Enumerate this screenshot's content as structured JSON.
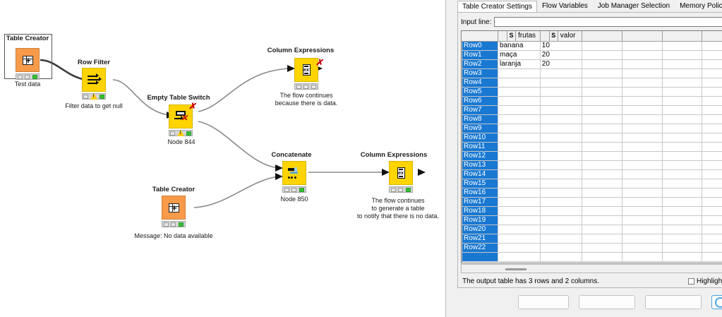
{
  "workflow": {
    "nodes": [
      {
        "id": "table-creator-1",
        "title": "Table Creator",
        "subtitle": "Test data",
        "icon": "table-creator-icon",
        "selected": true
      },
      {
        "id": "row-filter",
        "title": "Row Filter",
        "subtitle": "Filter data to get null",
        "icon": "row-filter-icon",
        "selected": false
      },
      {
        "id": "empty-table-switch",
        "title": "Empty Table Switch",
        "subtitle": "Node 844",
        "icon": "empty-table-switch-icon",
        "selected": false
      },
      {
        "id": "column-expressions-1",
        "title": "Column Expressions",
        "subtitle": "The flow continues\nbecause there is data.",
        "icon": "column-expressions-icon",
        "selected": false
      },
      {
        "id": "concatenate",
        "title": "Concatenate",
        "subtitle": "Node 850",
        "icon": "concatenate-icon",
        "selected": false
      },
      {
        "id": "column-expressions-2",
        "title": "Column Expressions",
        "subtitle": "The flow continues\nto generate a table\nto notify that there is no data.",
        "icon": "column-expressions-icon",
        "selected": false
      },
      {
        "id": "table-creator-2",
        "title": "Table Creator",
        "subtitle": "Message: No data available",
        "icon": "table-creator-icon",
        "selected": false
      }
    ],
    "labels": {
      "table_creator_1": "Table Creator",
      "table_creator_1_sub": "Test data",
      "row_filter": "Row Filter",
      "row_filter_sub": "Filter data to get null",
      "empty_table_switch": "Empty Table Switch",
      "empty_table_switch_sub": "Node 844",
      "column_expressions_1": "Column Expressions",
      "column_expressions_1_sub_l1": "The flow continues",
      "column_expressions_1_sub_l2": "because there is data.",
      "concatenate": "Concatenate",
      "concatenate_sub": "Node 850",
      "column_expressions_2": "Column Expressions",
      "column_expressions_2_sub_l1": "The flow continues",
      "column_expressions_2_sub_l2": "to generate a table",
      "column_expressions_2_sub_l3": "to notify that there is no data.",
      "table_creator_2": "Table Creator",
      "table_creator_2_sub": "Message: No data available"
    },
    "colors": {
      "node_orange": "#f79a4a",
      "node_yellow": "#ffd400",
      "led_green": "#35c135",
      "warning": "#ffcc00",
      "inactive_cross": "#cc0000"
    }
  },
  "dialog": {
    "tabs": [
      {
        "label": "Table Creator Settings",
        "active": true
      },
      {
        "label": "Flow Variables",
        "active": false
      },
      {
        "label": "Job Manager Selection",
        "active": false
      },
      {
        "label": "Memory Policy",
        "active": false
      }
    ],
    "input_line": {
      "label": "Input line:",
      "value": "",
      "placeholder": ""
    },
    "table": {
      "columns": [
        {
          "type": "S",
          "name": "frutas"
        },
        {
          "type": "S",
          "name": "valor"
        },
        {
          "type": "",
          "name": ""
        },
        {
          "type": "",
          "name": ""
        },
        {
          "type": "",
          "name": ""
        },
        {
          "type": "",
          "name": ""
        }
      ],
      "rows": [
        {
          "header": "Row0",
          "cells": [
            "banana",
            "10",
            "",
            "",
            "",
            ""
          ]
        },
        {
          "header": "Row1",
          "cells": [
            "maça",
            "20",
            "",
            "",
            "",
            ""
          ]
        },
        {
          "header": "Row2",
          "cells": [
            "laranja",
            "20",
            "",
            "",
            "",
            ""
          ]
        },
        {
          "header": "Row3",
          "cells": [
            "",
            "",
            "",
            "",
            "",
            ""
          ]
        },
        {
          "header": "Row4",
          "cells": [
            "",
            "",
            "",
            "",
            "",
            ""
          ]
        },
        {
          "header": "Row5",
          "cells": [
            "",
            "",
            "",
            "",
            "",
            ""
          ]
        },
        {
          "header": "Row6",
          "cells": [
            "",
            "",
            "",
            "",
            "",
            ""
          ]
        },
        {
          "header": "Row7",
          "cells": [
            "",
            "",
            "",
            "",
            "",
            ""
          ]
        },
        {
          "header": "Row8",
          "cells": [
            "",
            "",
            "",
            "",
            "",
            ""
          ]
        },
        {
          "header": "Row9",
          "cells": [
            "",
            "",
            "",
            "",
            "",
            ""
          ]
        },
        {
          "header": "Row10",
          "cells": [
            "",
            "",
            "",
            "",
            "",
            ""
          ]
        },
        {
          "header": "Row11",
          "cells": [
            "",
            "",
            "",
            "",
            "",
            ""
          ]
        },
        {
          "header": "Row12",
          "cells": [
            "",
            "",
            "",
            "",
            "",
            ""
          ]
        },
        {
          "header": "Row13",
          "cells": [
            "",
            "",
            "",
            "",
            "",
            ""
          ]
        },
        {
          "header": "Row14",
          "cells": [
            "",
            "",
            "",
            "",
            "",
            ""
          ]
        },
        {
          "header": "Row15",
          "cells": [
            "",
            "",
            "",
            "",
            "",
            ""
          ]
        },
        {
          "header": "Row16",
          "cells": [
            "",
            "",
            "",
            "",
            "",
            ""
          ]
        },
        {
          "header": "Row17",
          "cells": [
            "",
            "",
            "",
            "",
            "",
            ""
          ]
        },
        {
          "header": "Row18",
          "cells": [
            "",
            "",
            "",
            "",
            "",
            ""
          ]
        },
        {
          "header": "Row19",
          "cells": [
            "",
            "",
            "",
            "",
            "",
            ""
          ]
        },
        {
          "header": "Row20",
          "cells": [
            "",
            "",
            "",
            "",
            "",
            ""
          ]
        },
        {
          "header": "Row21",
          "cells": [
            "",
            "",
            "",
            "",
            "",
            ""
          ]
        },
        {
          "header": "Row22",
          "cells": [
            "",
            "",
            "",
            "",
            "",
            ""
          ]
        },
        {
          "header": "",
          "cells": [
            "",
            "",
            "",
            "",
            "",
            ""
          ]
        }
      ]
    },
    "status_text": "The output table has 3 rows and 2 columns.",
    "highlight_checkbox": {
      "label": "Highlight out",
      "checked": false
    },
    "buttons": [
      {
        "label": ""
      },
      {
        "label": ""
      },
      {
        "label": ""
      }
    ]
  }
}
